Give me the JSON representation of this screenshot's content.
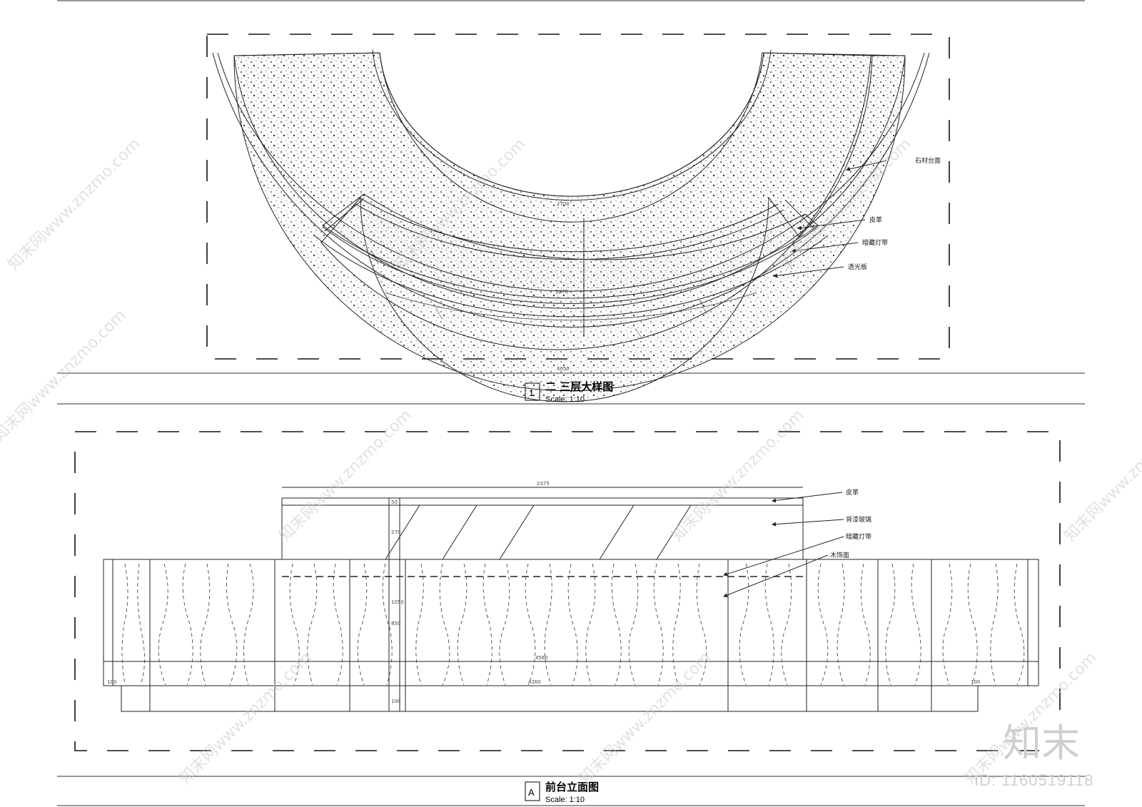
{
  "plan": {
    "title": "二  三层大样图",
    "tag": "1",
    "scale": "Scale:  1:10",
    "dims": [
      "2700",
      "3270",
      "4050"
    ],
    "labels": [
      "石材台面",
      "皮革",
      "暗藏灯带",
      "透光板"
    ]
  },
  "elevation": {
    "title": "前台立面图",
    "tag": "A",
    "scale": "Scale:  1:10",
    "dims": {
      "top_width": "2375",
      "h1": "50",
      "h2": "270",
      "h3": "1050",
      "h4": "850",
      "h5": "100",
      "overall_width": "4560",
      "base_width": "4260",
      "left_offset": "100",
      "right_offset": "100"
    },
    "labels": [
      "皮革",
      "背漆玻璃",
      "暗藏灯带",
      "木饰面"
    ]
  },
  "watermark": {
    "text": "知末网www.znzmo.com",
    "brand": "知末",
    "id": "ID: 1160519118"
  }
}
